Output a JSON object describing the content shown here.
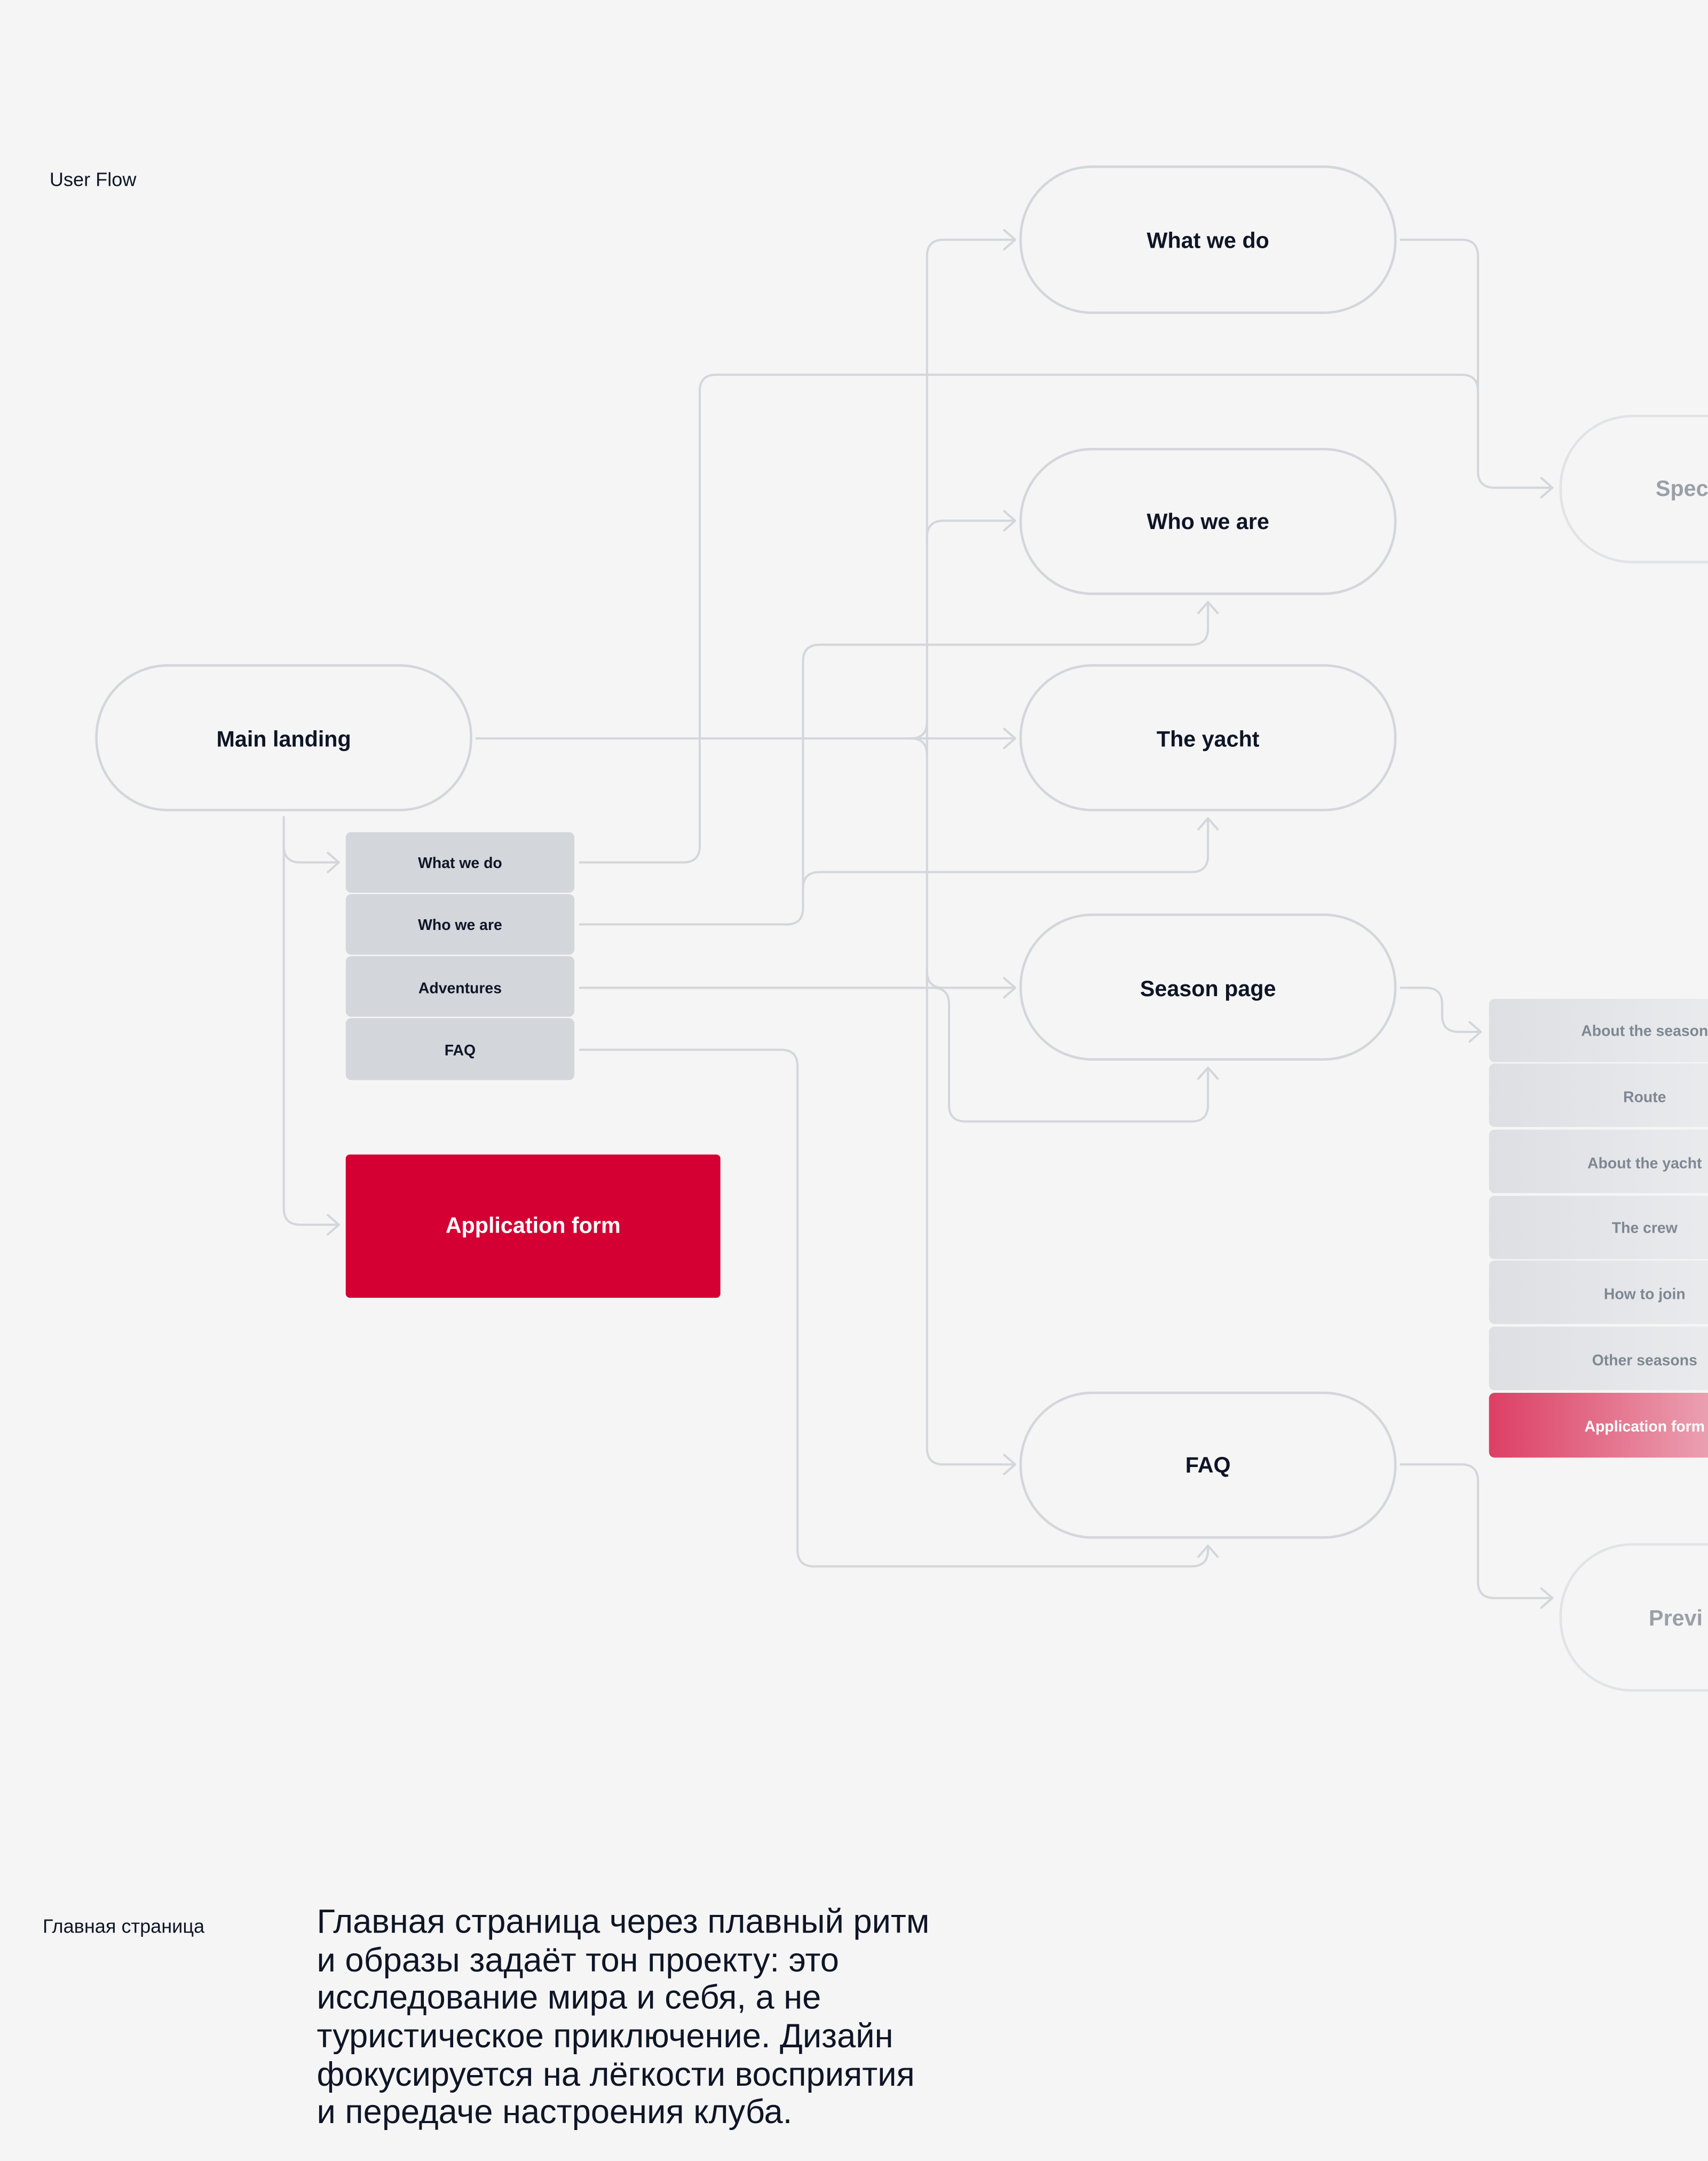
{
  "header": {
    "title": "User Flow"
  },
  "nodes": {
    "main_landing": "Main landing",
    "what_we_do": "What we do",
    "who_we_are": "Who we are",
    "the_yacht": "The yacht",
    "season_page": "Season page",
    "faq": "FAQ",
    "spec": "Spec",
    "previ": "Previ"
  },
  "landing_menu": [
    "What we do",
    "Who we are",
    "Adventures",
    "FAQ"
  ],
  "application_form": "Application form",
  "season_menu": [
    "About the season",
    "Route",
    "About the yacht",
    "The crew",
    "How to join",
    "Other seasons",
    "Application form"
  ],
  "colors": {
    "accent": "#D40033",
    "line": "#D3D6DB",
    "menu": "#D3D6DB",
    "background": "#F5F5F5"
  },
  "description": {
    "label": "Главная страница",
    "lines": [
      "Главная страница через плавный ритм",
      "и образы задаёт тон проекту: это",
      "исследование мира и себя, а не",
      "туристическое приключение. Дизайн",
      "фокусируется на лёгкости восприятия",
      "и передаче настроения клуба."
    ]
  }
}
